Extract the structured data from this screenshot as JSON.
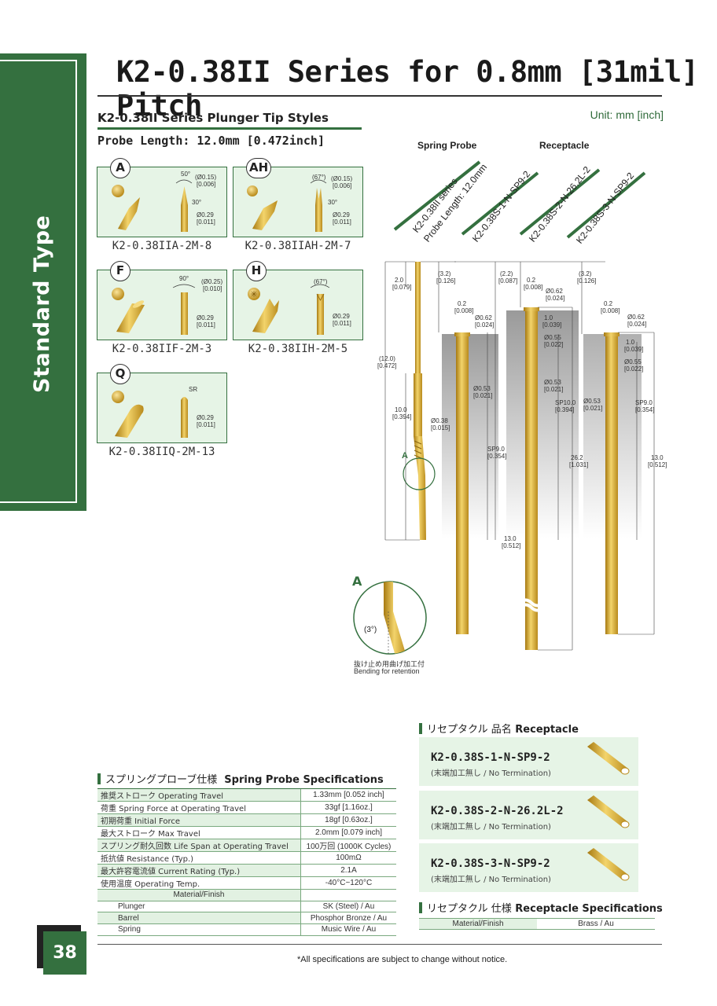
{
  "side_tab": "Standard Type",
  "title": "K2-0.38II Series for 0.8mm [31mil] Pitch",
  "unit": "Unit: mm [inch]",
  "tip_styles": {
    "heading": "K2-0.38II Series Plunger Tip Styles",
    "probe_length": "Probe Length: 12.0mm [0.472inch]",
    "cards": [
      {
        "badge": "A",
        "label": "K2-0.38IIA-2M-8",
        "angle": "50°",
        "tip_dia": "(Ø0.15)",
        "tip_dia_in": "[0.006]",
        "angle2": "30°",
        "dia": "Ø0.29",
        "dia_in": "[0.011]"
      },
      {
        "badge": "AH",
        "label": "K2-0.38IIAH-2M-7",
        "angle": "(67°)",
        "tip_dia": "(Ø0.15)",
        "tip_dia_in": "[0.006]",
        "angle2": "30°",
        "dia": "Ø0.29",
        "dia_in": "[0.011]"
      },
      {
        "badge": "F",
        "label": "K2-0.38IIF-2M-3",
        "angle": "90°",
        "tip_dia": "(Ø0.25)",
        "tip_dia_in": "[0.010]",
        "dia": "Ø0.29",
        "dia_in": "[0.011]"
      },
      {
        "badge": "H",
        "label": "K2-0.38IIH-2M-5",
        "angle": "(67°)",
        "dia": "Ø0.29",
        "dia_in": "[0.011]"
      },
      {
        "badge": "Q",
        "label": "K2-0.38IIQ-2M-13",
        "angle": "SR",
        "dia": "Ø0.29",
        "dia_in": "[0.011]"
      }
    ]
  },
  "diagram": {
    "spring_probe_head": "Spring Probe",
    "receptacle_head": "Receptacle",
    "probe_name1": "K2-0.38II series",
    "probe_name2": "Probe Length: 12.0mm",
    "rec1": "K2-0.38S-1-N-SP9-2",
    "rec2": "K2-0.38S-2-N-26.2L-2",
    "rec3": "K2-0.38S-3-N-SP9-2",
    "dims": {
      "d1": "2.0",
      "d1i": "[0.079]",
      "d2": "(12.0)",
      "d2i": "[0.472]",
      "d3": "10.0",
      "d3i": "[0.394]",
      "d4": "Ø0.38",
      "d4i": "[0.015]",
      "d5": "(3.2)",
      "d5i": "[0.126]",
      "d6": "0.2",
      "d6i": "[0.008]",
      "d7": "Ø0.62",
      "d7i": "[0.024]",
      "d8": "Ø0.53",
      "d8i": "[0.021]",
      "d9": "SP9.0",
      "d9i": "[0.354]",
      "d10": "13.0",
      "d10i": "[0.512]",
      "d11": "(2.2)",
      "d11i": "[0.087]",
      "d12": "1.0",
      "d12i": "[0.039]",
      "d13": "Ø0.55",
      "d13i": "[0.022]",
      "d14": "SP10.0",
      "d14i": "[0.394]",
      "d15": "26.2",
      "d15i": "[1.031]"
    },
    "marker_a": "A",
    "detail_a": "A",
    "detail_angle": "(3°)",
    "bending_jp": "抜け止め用曲げ加工付",
    "bending_en": "Bending for retention"
  },
  "spring_specs": {
    "heading_jp": "スプリングプローブ仕様",
    "heading_en": "Spring Probe Specifications",
    "rows": [
      {
        "k": "推奨ストローク Operating Travel",
        "v": "1.33mm [0.052 inch]"
      },
      {
        "k": "荷重 Spring Force at Operating Travel",
        "v": "33gf [1.16oz.]"
      },
      {
        "k": "初期荷重 Initial Force",
        "v": "18gf [0.63oz.]"
      },
      {
        "k": "最大ストローク Max Travel",
        "v": "2.0mm [0.079 inch]"
      },
      {
        "k": "スプリング耐久回数 Life Span at Operating Travel",
        "v": "100万回 (1000K Cycles)"
      },
      {
        "k": "抵抗値 Resistance (Typ.)",
        "v": "100mΩ"
      },
      {
        "k": "最大許容電流値 Current Rating (Typ.)",
        "v": "2.1A"
      },
      {
        "k": "使用温度 Operating Temp.",
        "v": "-40°C~120°C"
      }
    ],
    "material_heading": "Material/Finish",
    "materials": [
      {
        "k": "Plunger",
        "v": "SK (Steel) / Au"
      },
      {
        "k": "Barrel",
        "v": "Phosphor Bronze / Au"
      },
      {
        "k": "Spring",
        "v": "Music Wire / Au"
      }
    ]
  },
  "receptacle": {
    "heading_jp": "リセプタクル 品名",
    "heading_en": "Receptacle",
    "items": [
      {
        "name": "K2-0.38S-1-N-SP9-2",
        "sub": "(末端加工無し / No Termination)"
      },
      {
        "name": "K2-0.38S-2-N-26.2L-2",
        "sub": "(末端加工無し / No Termination)"
      },
      {
        "name": "K2-0.38S-3-N-SP9-2",
        "sub": "(末端加工無し / No Termination)"
      }
    ],
    "spec_heading_jp": "リセプタクル 仕様",
    "spec_heading_en": "Receptacle Specifications",
    "spec_k": "Material/Finish",
    "spec_v": "Brass / Au"
  },
  "footer": "*All specifications are subject to change without notice.",
  "page_number": "38",
  "colors": {
    "brand": "#34703f",
    "gold": "#d4a82a",
    "card_bg": "#e6f4e6"
  }
}
